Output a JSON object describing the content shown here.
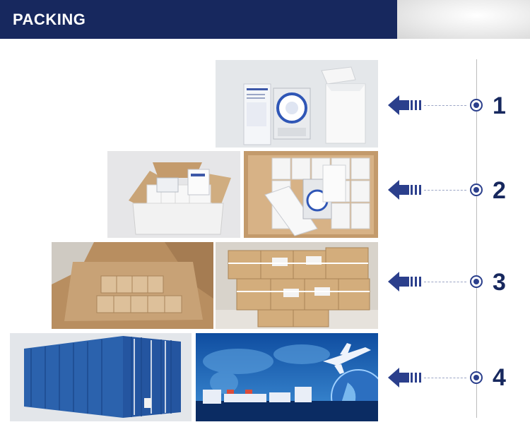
{
  "header": {
    "title": "PACKING"
  },
  "steps": [
    {
      "number": "1"
    },
    {
      "number": "2"
    },
    {
      "number": "3"
    },
    {
      "number": "4"
    }
  ],
  "colors": {
    "header_bg": "#17285e",
    "accent": "#2b3f8c"
  }
}
